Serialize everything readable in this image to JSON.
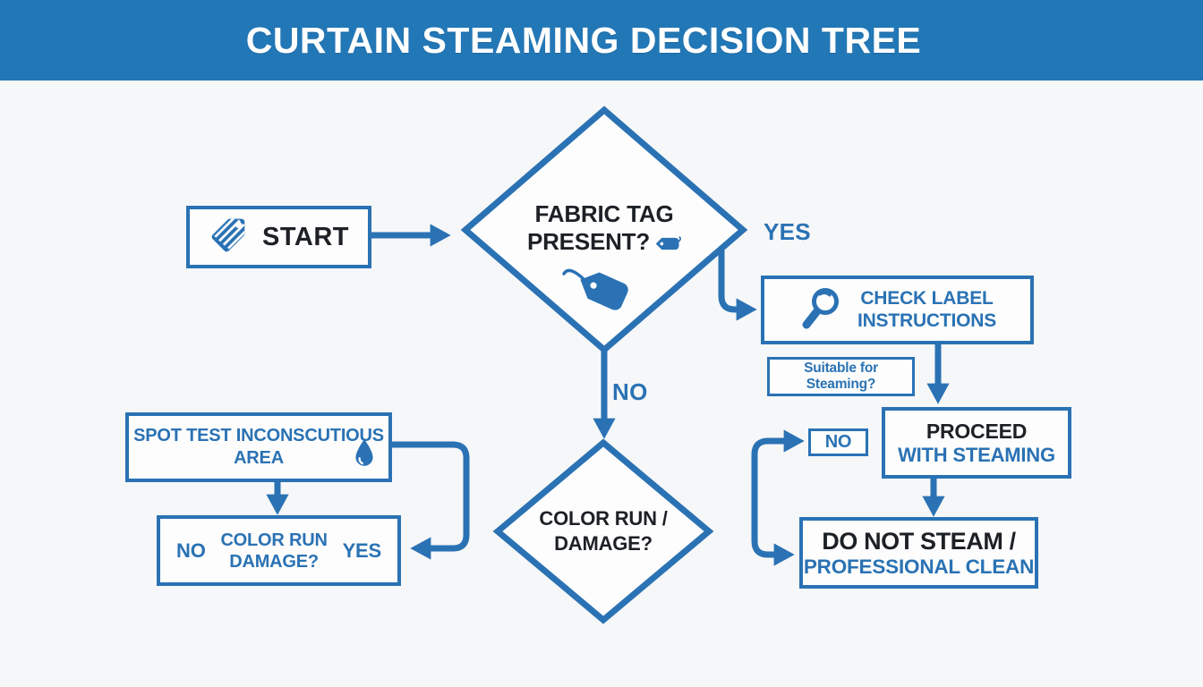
{
  "colors": {
    "accent": "#2a72b4",
    "header_bg": "#2277b6",
    "text_dark": "#1d2126"
  },
  "header": {
    "title": "CURTAIN STEAMING DECISION TREE"
  },
  "nodes": {
    "start": {
      "label": "START",
      "icon": "tag-icon"
    },
    "fabric_diamond": {
      "line1": "FABRIC TAG",
      "line2": "PRESENT?",
      "icon": "tag-icon"
    },
    "check_label": {
      "line1": "CHECK LABEL",
      "line2": "INSTRUCTIONS",
      "icon": "magnifier-icon"
    },
    "suitable": {
      "line1": "Suitable for",
      "line2": "Steaming?"
    },
    "proceed": {
      "line1": "PROCEED",
      "line2": "WITH STEAMING"
    },
    "no_chip": {
      "label": "NO"
    },
    "do_not_steam": {
      "line1": "DO NOT STEAM /",
      "line2": "PROFESSIONAL CLEAN"
    },
    "damage_diamond": {
      "line1": "COLOR RUN /",
      "line2": "DAMAGE?"
    },
    "spot_test": {
      "line1": "SPOT TEST INCONSCUTIOUS",
      "line2": "AREA",
      "icon": "water-drop-icon"
    },
    "color_run_box": {
      "no": "NO",
      "line1": "COLOR RUN",
      "line2": "DAMAGE?",
      "yes": "YES"
    }
  },
  "labels": {
    "yes_branch": "YES",
    "no_branch": "NO"
  }
}
